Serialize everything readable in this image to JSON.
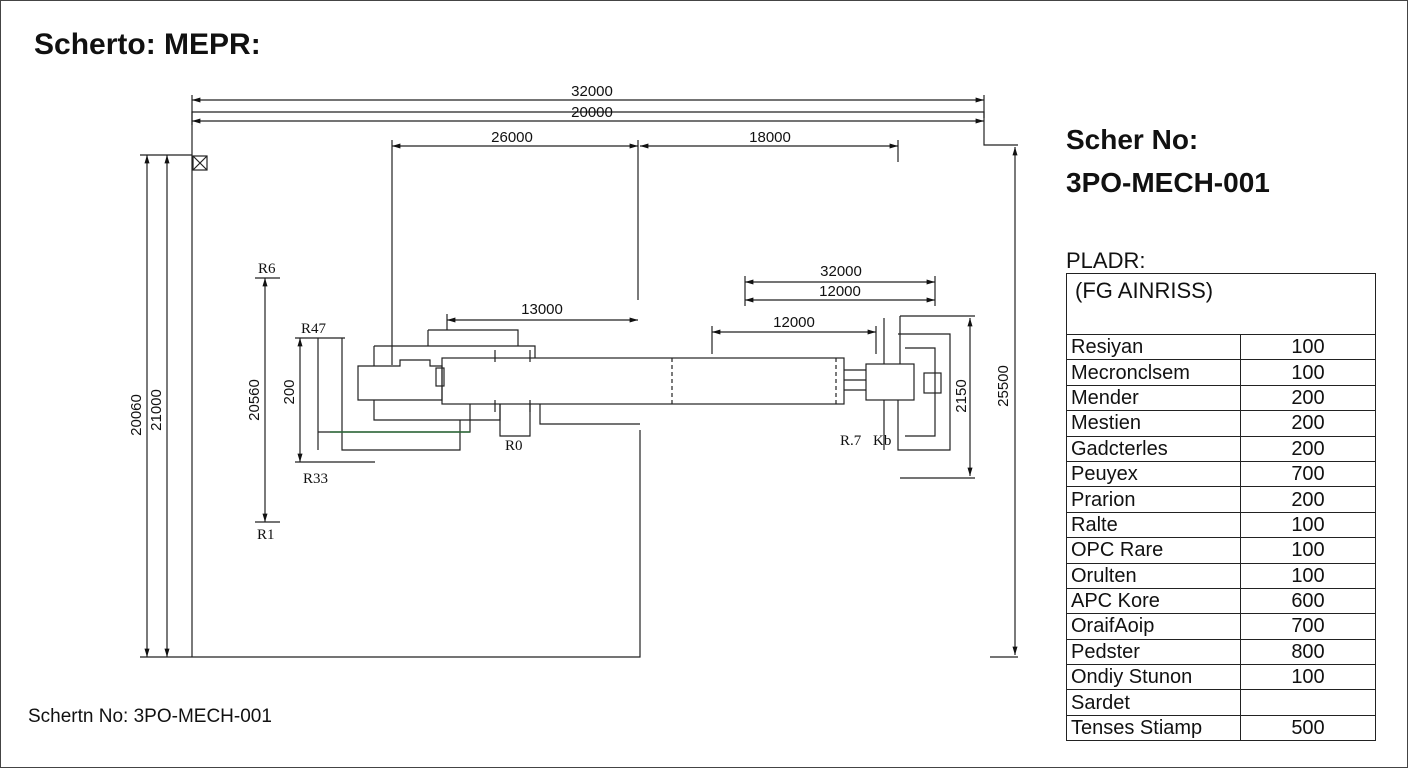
{
  "title": "Scherto: MEPR:",
  "sheet": {
    "label": "Scher No:",
    "number": "3PO-MECH-001"
  },
  "footer": "Schertn No: 3PO-MECH-001",
  "table": {
    "title": "PLADR:",
    "header": "(FG AINRISS)",
    "rows": [
      {
        "name": "Resiyan",
        "qty": "100"
      },
      {
        "name": "Mecronclsem",
        "qty": "100"
      },
      {
        "name": "Mender",
        "qty": "200"
      },
      {
        "name": "Mestien",
        "qty": "200"
      },
      {
        "name": "Gadcterles",
        "qty": "200"
      },
      {
        "name": "Peuyex",
        "qty": "700"
      },
      {
        "name": "Prarion",
        "qty": "200"
      },
      {
        "name": "Ralte",
        "qty": "100"
      },
      {
        "name": "OPC Rare",
        "qty": "100"
      },
      {
        "name": "Orulten",
        "qty": "100"
      },
      {
        "name": "APC Kore",
        "qty": "600"
      },
      {
        "name": "OraifAoip",
        "qty": "700"
      },
      {
        "name": "Pedster",
        "qty": "800"
      },
      {
        "name": "Ondiy Stunon",
        "qty": "100"
      },
      {
        "name": "Sardet",
        "qty": ""
      },
      {
        "name": "Tenses Stiamp",
        "qty": "500"
      }
    ]
  },
  "dimensions": {
    "overall_top": "32000",
    "overall_second": "20000",
    "left_span": "26000",
    "right_span": "18000",
    "upper_right_a": "32000",
    "upper_right_b": "12000",
    "center_upper": "13000",
    "center_right": "12000",
    "left_height_a": "20060",
    "left_height_b": "21000",
    "inner_height": "20560",
    "inner_small": "200",
    "right_height_a": "2150",
    "right_height_b": "25500"
  },
  "labels": {
    "r6": "R6",
    "r47": "R47",
    "r33": "R33",
    "r1": "R1",
    "r0": "R0",
    "r7": "R.7",
    "kb": "Kb"
  }
}
